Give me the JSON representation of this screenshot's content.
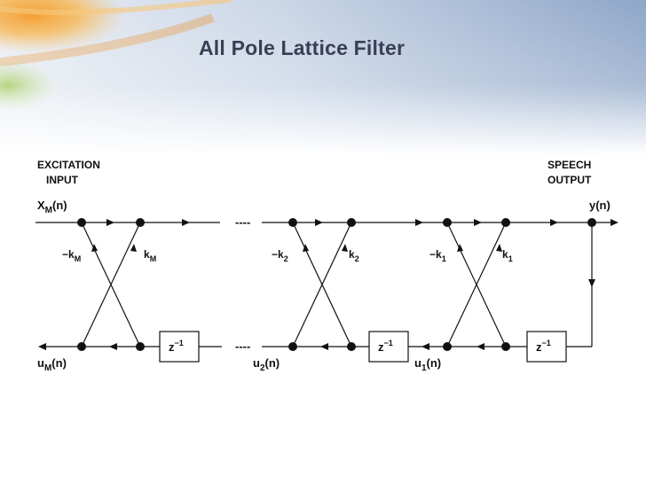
{
  "slide": {
    "title": "All Pole Lattice Filter"
  },
  "diagram": {
    "excitation_label_line1": "EXCITATION",
    "excitation_label_line2": "INPUT",
    "speech_label_line1": "SPEECH",
    "speech_label_line2": "OUTPUT",
    "input_signal": {
      "base": "X",
      "sub": "M",
      "suffix": "(n)"
    },
    "output_signal": "y(n)",
    "ellipsis": "----",
    "delay_base": "z",
    "delay_exp": "−1",
    "stages": [
      {
        "neg_k_base": "−k",
        "k_base": "k",
        "sub": "M",
        "u_base": "u",
        "u_suffix": "(n)"
      },
      {
        "neg_k_base": "−k",
        "k_base": "k",
        "sub": "2",
        "u_base": "u",
        "u_suffix": "(n)"
      },
      {
        "neg_k_base": "−k",
        "k_base": "k",
        "sub": "1",
        "u_base": "u",
        "u_suffix": "(n)"
      }
    ]
  }
}
